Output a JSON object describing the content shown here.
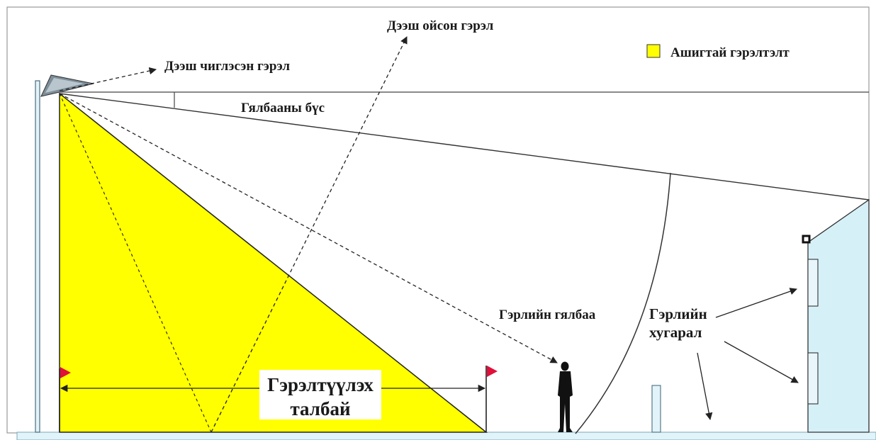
{
  "labels": {
    "reflected_up": "Дээш ойсон гэрэл",
    "directed_up": "Дээш чиглэсэн гэрэл",
    "glare_zone": "Гялбааны бүс",
    "glare_light": "Гэрлийн гялбаа",
    "light_spill_line1": "Гэрлийн",
    "light_spill_line2": "хугарал",
    "area_line1": "Гэрэлтүүлэх",
    "area_line2": "талбай"
  },
  "legend": {
    "useful_light": "Ашигтай гэрэлтэлт"
  },
  "colors": {
    "useful_light": "#ffff00",
    "building": "#d6f0f8",
    "ground": "#e0f4fa",
    "flag": "#e0103a",
    "line": "#222222"
  }
}
